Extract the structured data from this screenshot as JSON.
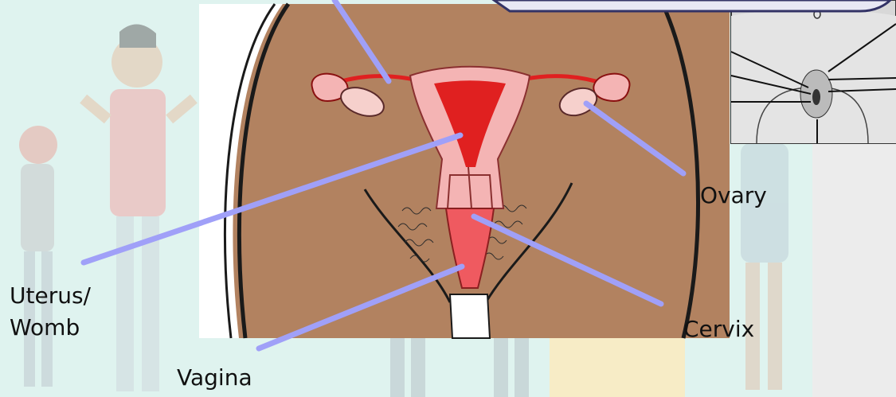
{
  "labels": {
    "ovary": "Ovary",
    "uterus": "Uterus/\nWomb",
    "cervix": "Cervix",
    "vagina": "Vagina"
  },
  "colors": {
    "skin": "#b28260",
    "uterus_pink": "#f4b4b4",
    "uterus_red": "#e02020",
    "pointer": "#a0a0f8",
    "background_teal": "#dff3ef",
    "inset_gray": "#d8d8d8"
  }
}
